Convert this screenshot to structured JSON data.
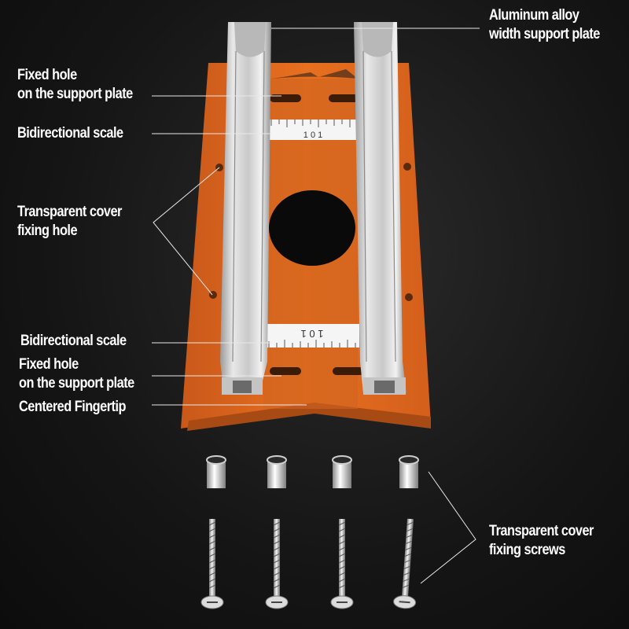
{
  "labels": {
    "aluminum_line1": "Aluminum alloy",
    "aluminum_line2": "width support plate",
    "fixed_hole_top_line1": "Fixed hole",
    "fixed_hole_top_line2": "on the support plate",
    "scale_top": "Bidirectional scale",
    "transparent_hole_line1": "Transparent cover",
    "transparent_hole_line2": "fixing hole",
    "scale_bottom": "Bidirectional scale",
    "fixed_hole_bottom_line1": "Fixed hole",
    "fixed_hole_bottom_line2": "on the support plate",
    "fingertip": "Centered Fingertip",
    "screws_line1": "Transparent cover",
    "screws_line2": "fixing screws"
  },
  "scale_text": {
    "top": "1 0 1",
    "bottom": "1 0 1"
  },
  "colors": {
    "plate": "#e0691e",
    "plate_shadow": "#b3501a",
    "rail": "#d6d6d6",
    "background": "#151515",
    "text": "#ffffff"
  }
}
